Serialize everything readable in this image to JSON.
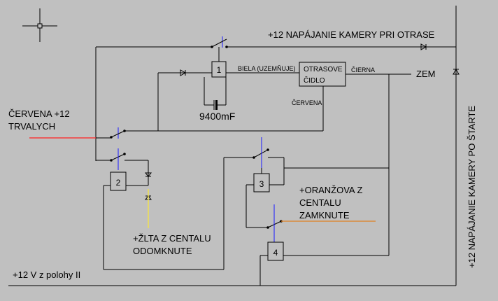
{
  "labels": {
    "top_line": "+12 NAPÁJANIE KAMERY PRI OTRASE",
    "right_vertical": "+12 NAPÁJANIE KAMERY PO ŠTARTE",
    "red_input_1": "ČERVENA +12",
    "red_input_2": "TRVALYCH",
    "ground": "ZEM",
    "capacitor": "9400mF",
    "sensor_white_wire": "BIELA (UZEMŇUJE)",
    "sensor_black_wire": "ČIERNA",
    "sensor_red_wire": "ČERVENA",
    "sensor_1": "OTRASOVE",
    "sensor_2": "ČIDLO",
    "yellow_1": "+ŽLTA Z CENTALU",
    "yellow_2": "ODOMKNUTE",
    "orange_1": "+ORANŽOVA Z",
    "orange_2": "CENTALU",
    "orange_3": "ZAMKNUTE",
    "ignition": "+12 V z polohy II"
  },
  "relays": [
    "1",
    "2",
    "3",
    "4"
  ],
  "colors": {
    "background": "#c0c0c0",
    "wire": "#000000",
    "relay_actuator": "#1a1aff",
    "red_wire": "#ff2020",
    "yellow_wire": "#f0e050",
    "orange_wire": "#e08020"
  }
}
